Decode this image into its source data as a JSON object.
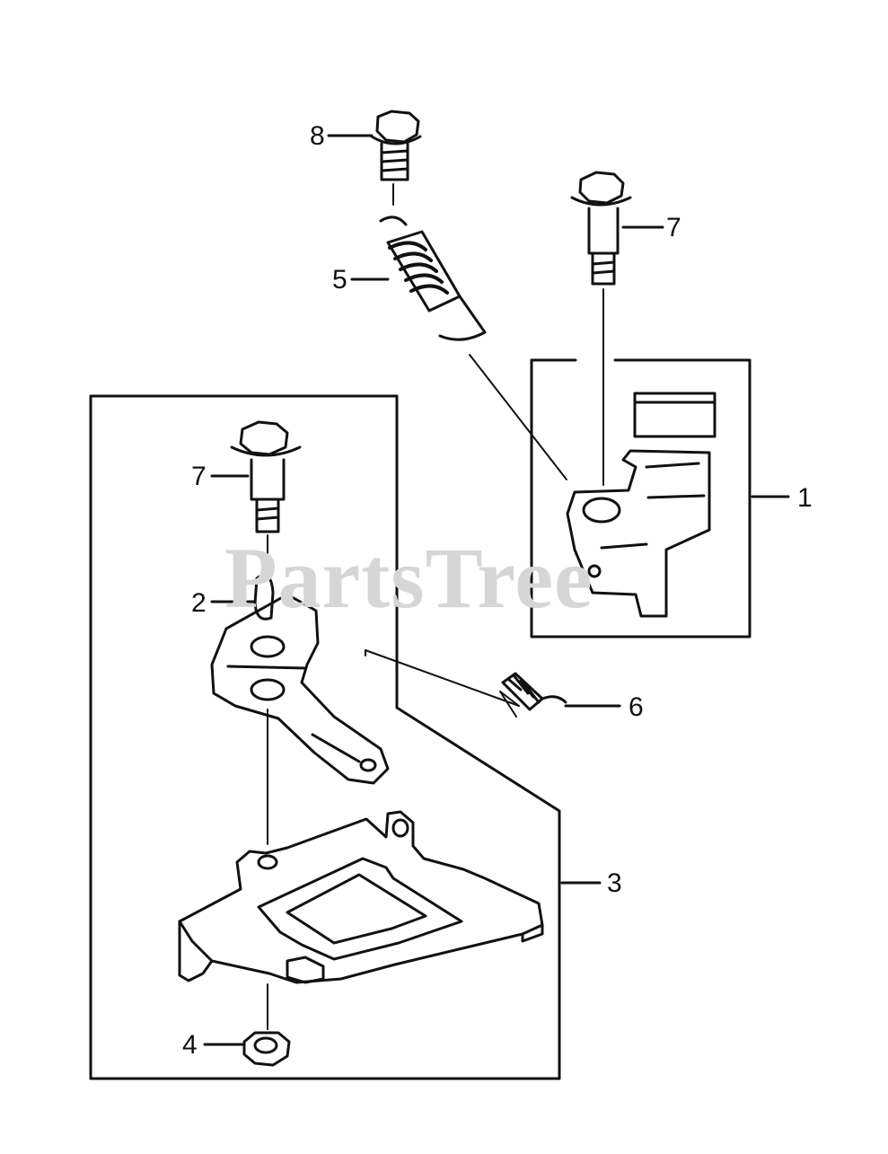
{
  "watermark": "PartsTree",
  "callouts": [
    {
      "id": "1",
      "label": "1"
    },
    {
      "id": "2",
      "label": "2"
    },
    {
      "id": "3",
      "label": "3"
    },
    {
      "id": "4",
      "label": "4"
    },
    {
      "id": "5",
      "label": "5"
    },
    {
      "id": "6",
      "label": "6"
    },
    {
      "id": "7a",
      "label": "7"
    },
    {
      "id": "7b",
      "label": "7"
    },
    {
      "id": "8",
      "label": "8"
    }
  ],
  "colors": {
    "line": "#111111",
    "watermark": "#d6d6d6",
    "background": "#ffffff"
  }
}
